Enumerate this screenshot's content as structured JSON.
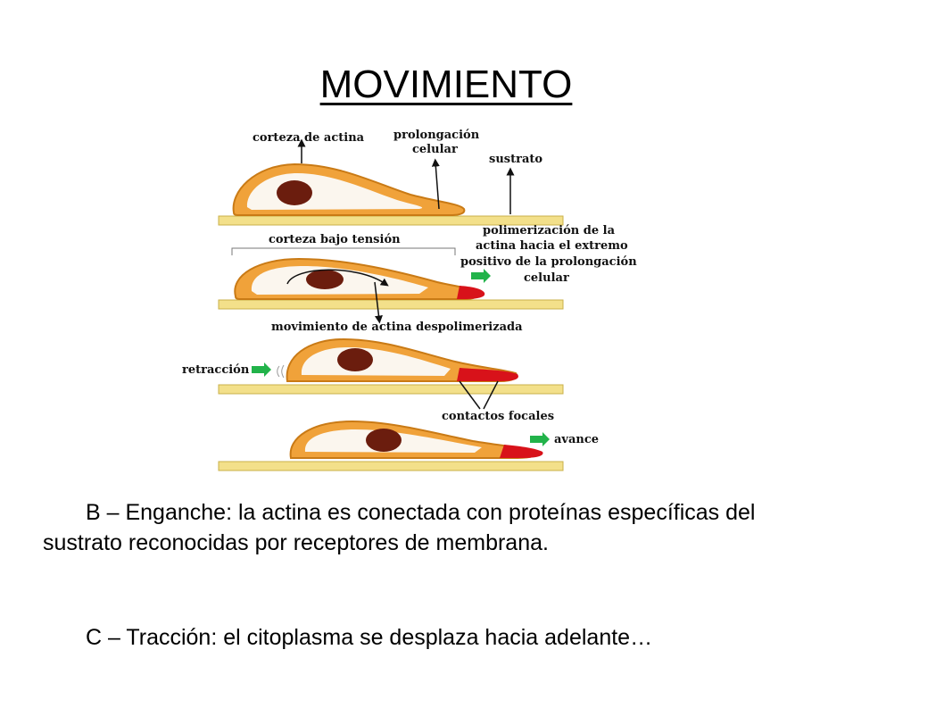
{
  "title": "MOVIMIENTO",
  "figure": {
    "labels": {
      "corteza_actina": "corteza de actina",
      "prolongacion_1": "prolongación",
      "prolongacion_2": "celular",
      "sustrato": "sustrato",
      "corteza_tension": "corteza bajo tensión",
      "polimerizacion_1": "polimerización de la",
      "polimerizacion_2": "actina hacia el extremo",
      "polimerizacion_3": "positivo de la prolongación",
      "polimerizacion_4": "celular",
      "movimiento_actina": "movimiento de actina despolimerizada",
      "retraccion": "retracción",
      "contactos_focales": "contactos focales",
      "avance": "avance"
    },
    "colors": {
      "substrate": "#f3e08a",
      "cell_cortex": "#f0a23a",
      "cytoplasm": "#fbf6ee",
      "nucleus": "#6b1d0e",
      "actin_tip": "#d8121a",
      "arrow_green": "#22b34a"
    }
  },
  "paragraphs": {
    "b": "B – Enganche: la actina es conectada con proteínas específicas del sustrato reconocidas por receptores de membrana.",
    "c": "C – Tracción: el citoplasma se desplaza hacia adelante…"
  }
}
